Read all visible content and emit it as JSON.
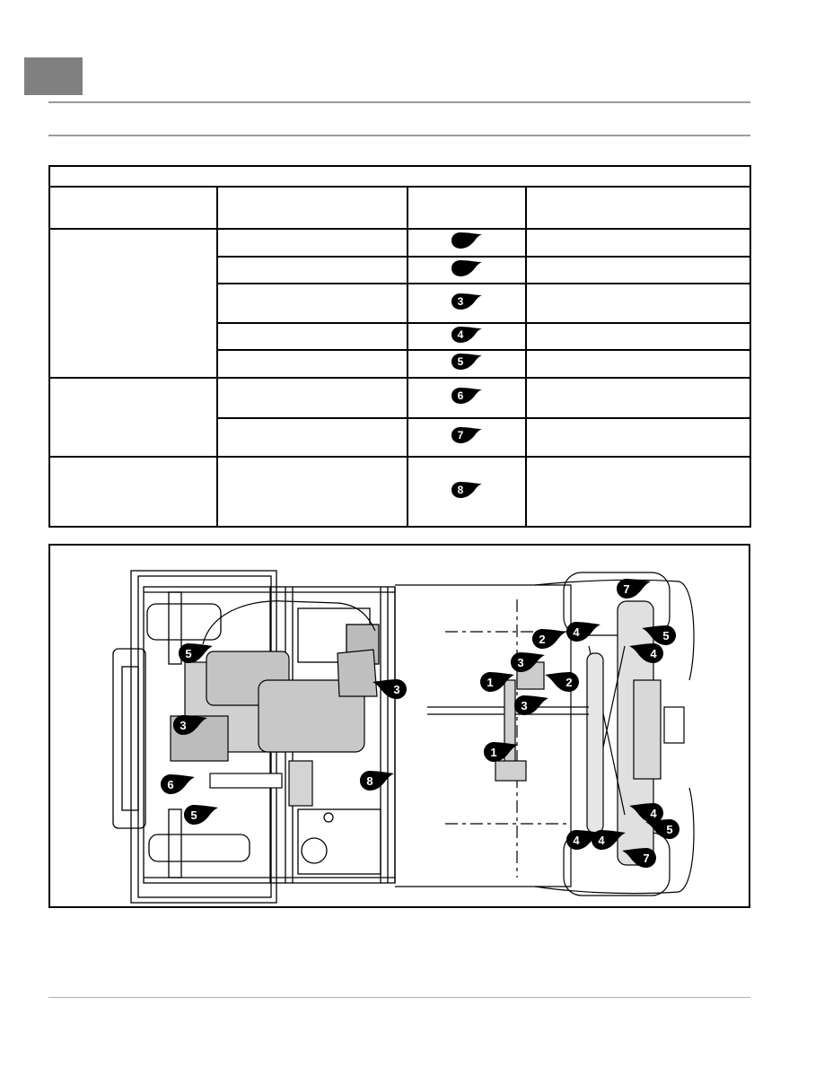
{
  "lubrication_table": {
    "callout_rows": [
      {
        "callout": ""
      },
      {
        "callout": ""
      },
      {
        "callout": "3"
      },
      {
        "callout": "4"
      },
      {
        "callout": "5"
      },
      {
        "callout": "6"
      },
      {
        "callout": "7"
      },
      {
        "callout": "8"
      }
    ]
  },
  "figure": {
    "callouts": [
      {
        "label": "1"
      },
      {
        "label": "1"
      },
      {
        "label": "2"
      },
      {
        "label": "2"
      },
      {
        "label": "3"
      },
      {
        "label": "3"
      },
      {
        "label": "3"
      },
      {
        "label": "3"
      },
      {
        "label": "4"
      },
      {
        "label": "4"
      },
      {
        "label": "4"
      },
      {
        "label": "4"
      },
      {
        "label": "4"
      },
      {
        "label": "5"
      },
      {
        "label": "5"
      },
      {
        "label": "5"
      },
      {
        "label": "5"
      },
      {
        "label": "6"
      },
      {
        "label": "7"
      },
      {
        "label": "7"
      },
      {
        "label": "8"
      }
    ]
  }
}
